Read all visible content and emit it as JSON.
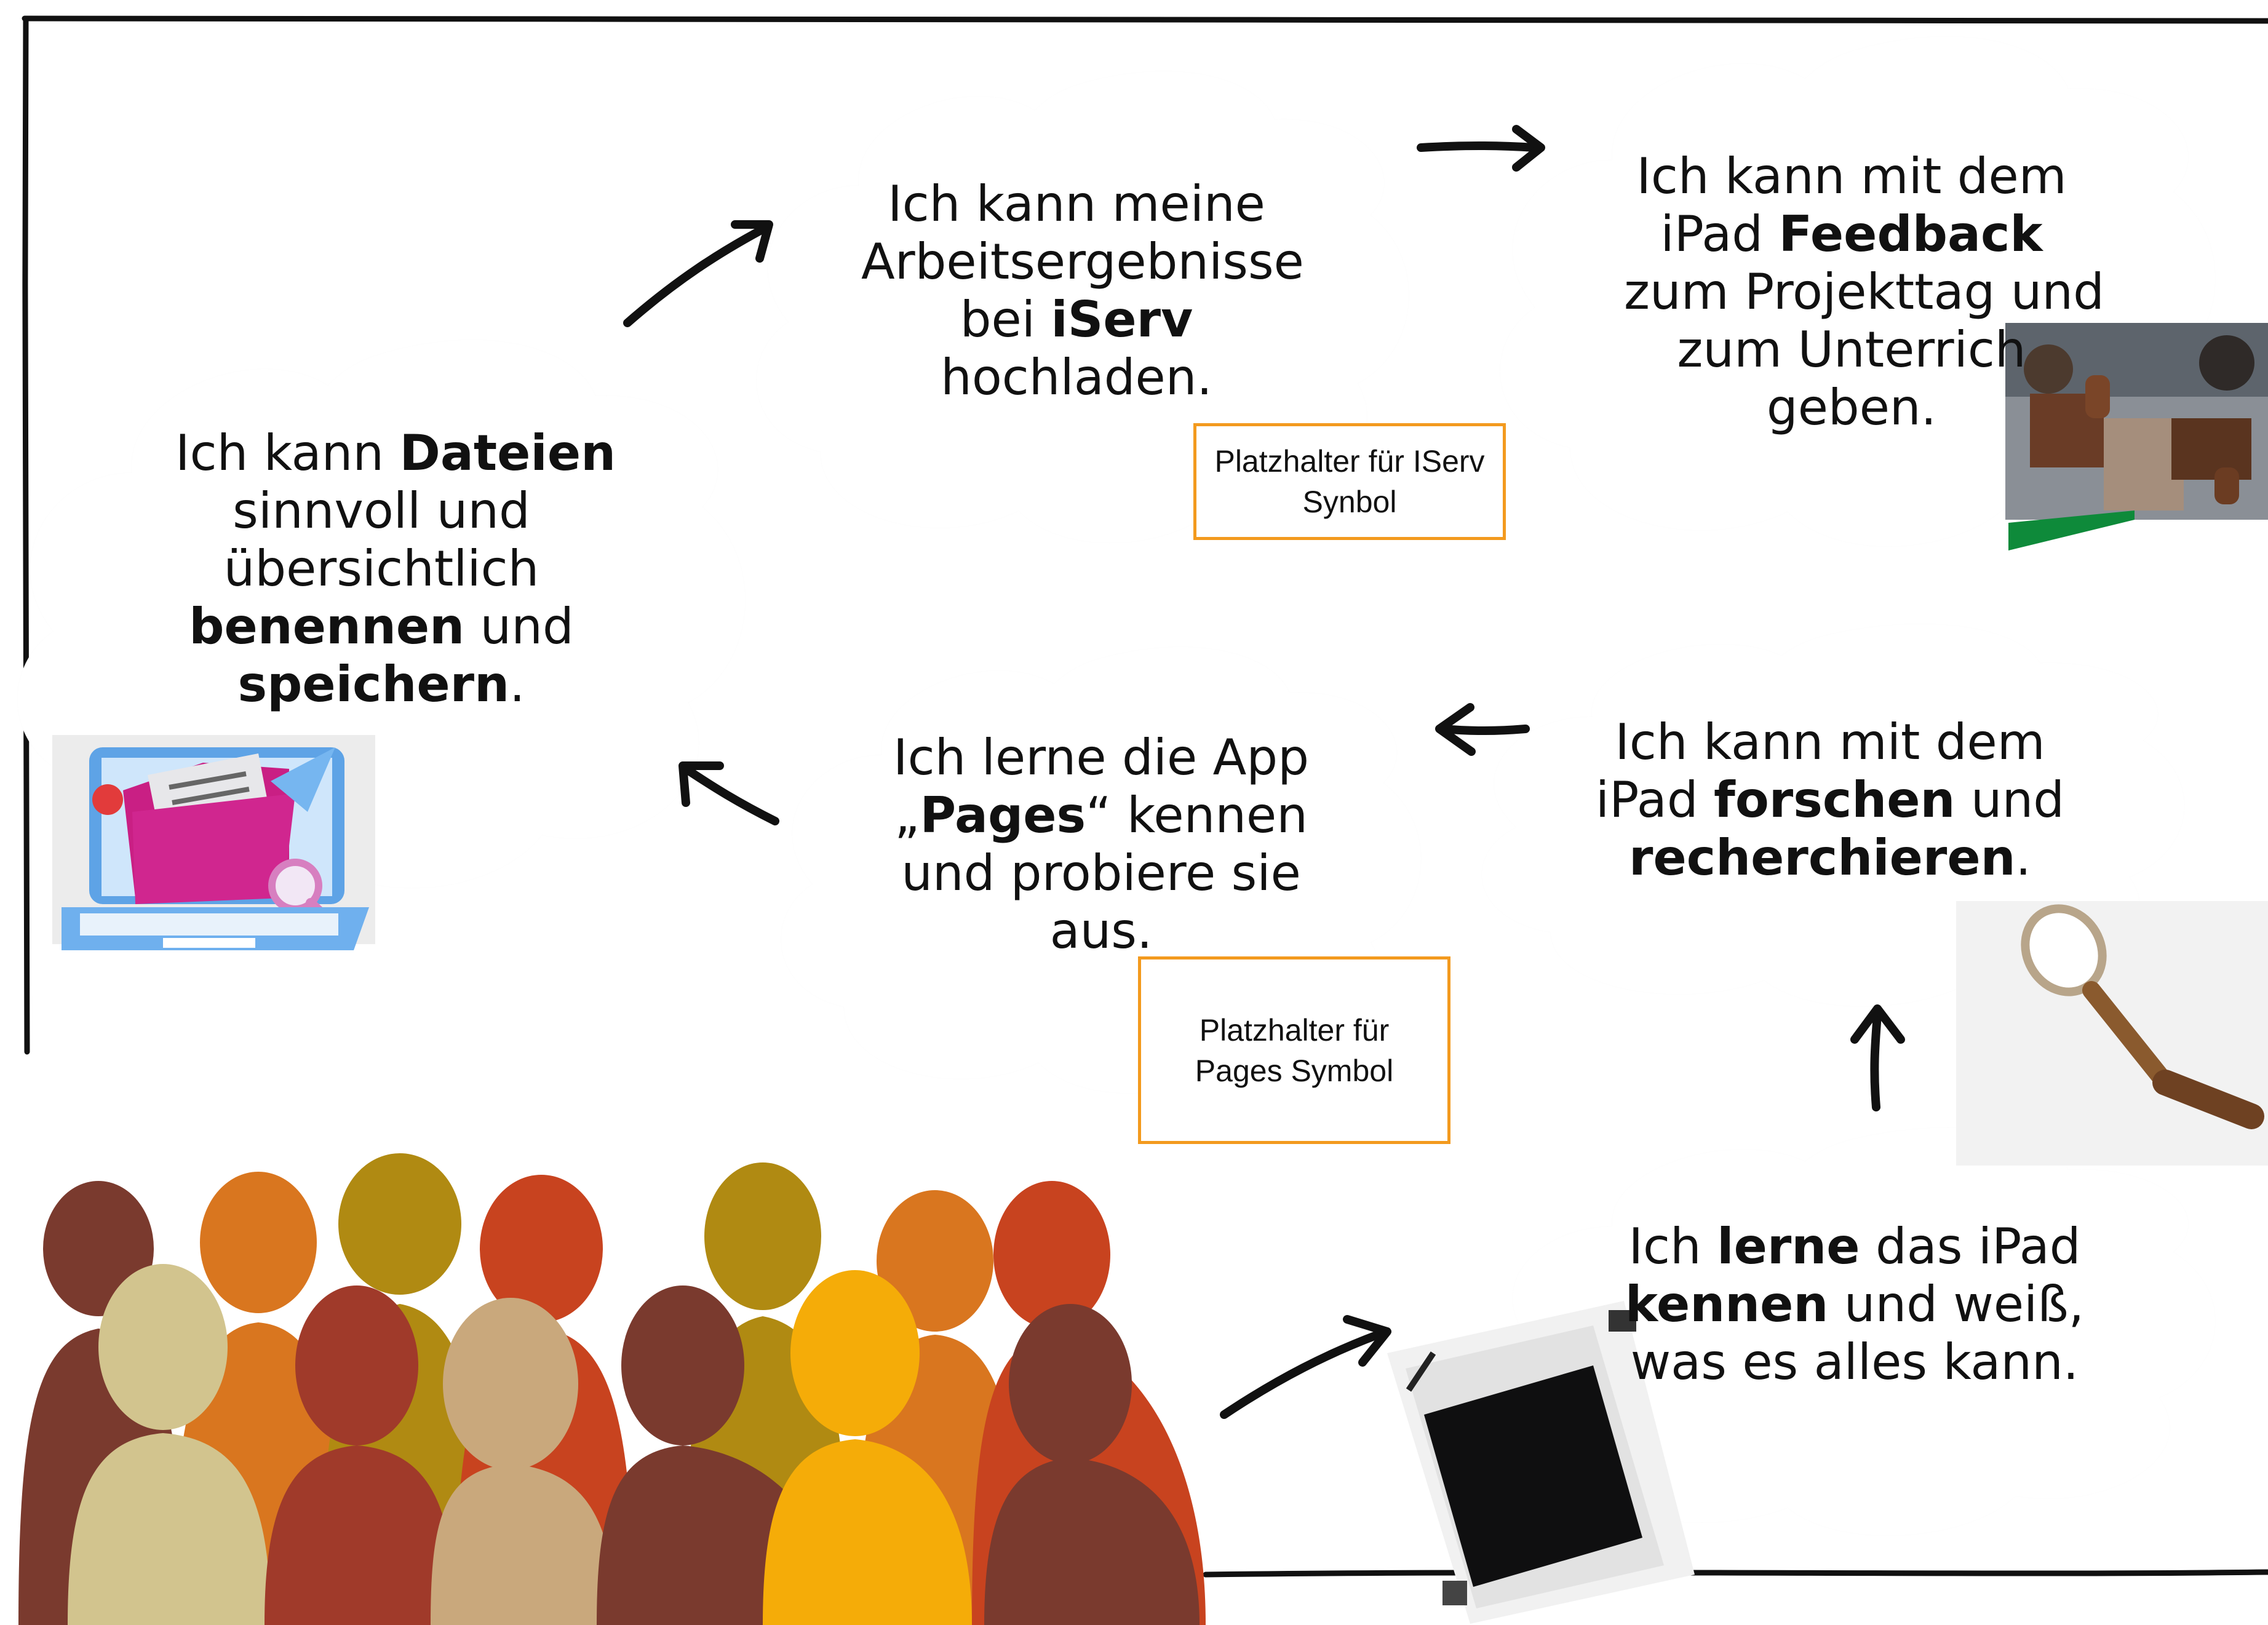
{
  "clouds": {
    "dateien": {
      "l1a": "Ich kann ",
      "l1b": "Dateien",
      "l2": "sinnvoll und",
      "l3": "übersichtlich",
      "l4a": "benennen",
      "l4b": " und",
      "l5a": "speichern",
      "l5b": "."
    },
    "iserv": {
      "l1": "Ich kann meine",
      "l2": "Arbeitsergebnisse",
      "l3a": "bei ",
      "l3b": "iServ",
      "l4": "hochladen."
    },
    "feedback": {
      "l1": "Ich kann mit dem",
      "l2a": "iPad ",
      "l2b": "Feedback",
      "l3": "zum Projekttag und",
      "l4": "zum Unterrich",
      "l5": "geben."
    },
    "pages": {
      "l1": "Ich lerne die App",
      "l2a": "„",
      "l2b": "Pages",
      "l2c": "“ kennen",
      "l3": "und probiere sie",
      "l4": "aus."
    },
    "forschen": {
      "l1": "Ich kann mit dem",
      "l2a": "iPad ",
      "l2b": "forschen",
      "l2c": " und",
      "l3a": "recherchieren",
      "l3b": "."
    },
    "ipad": {
      "l1a": "Ich ",
      "l1b": "lerne",
      "l1c": " das iPad",
      "l2a": "kennen",
      "l2b": " und weiß,",
      "l3": "was es alles kann."
    }
  },
  "placeholders": {
    "iserv": {
      "line1": "Platzhalter für IServ",
      "line2": "Synbol"
    },
    "pages": {
      "line1": "Platzhalter für",
      "line2": "Pages Symbol"
    }
  },
  "colors": {
    "line": "#111111",
    "placeholder_border": "#f39a1e",
    "people": [
      "#7a3a2e",
      "#d9761f",
      "#b08a12",
      "#c8431f",
      "#d2c48e",
      "#a03a2a",
      "#c9a87c",
      "#f5ac08"
    ]
  },
  "icons": [
    "laptop-folder-icon",
    "thumbs-feedback-photo",
    "magnifying-glass-icon",
    "tablet-photo",
    "people-silhouettes"
  ]
}
